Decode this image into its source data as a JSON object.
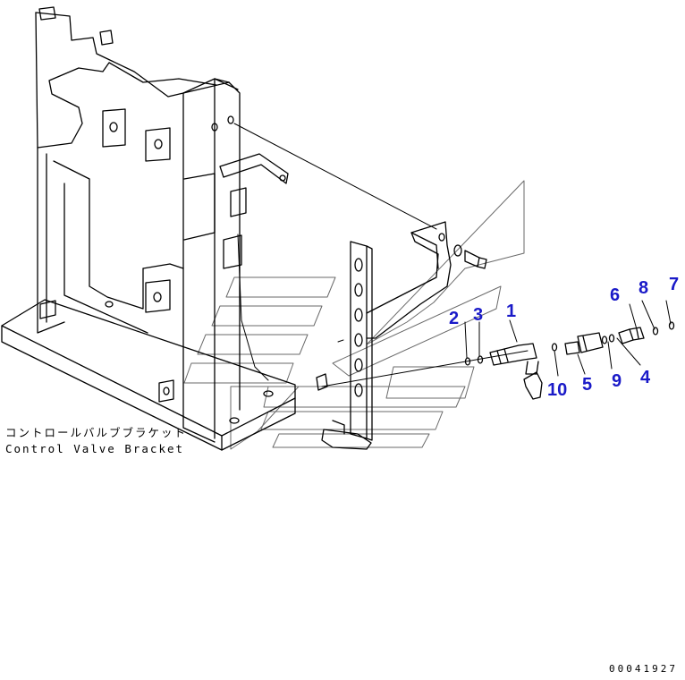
{
  "caption": {
    "japanese": "コントロールバルブブラケット",
    "english": "Control Valve Bracket"
  },
  "document_number": "00041927",
  "callout_color": "#1a1ac8",
  "callouts": [
    "1",
    "2",
    "3",
    "4",
    "5",
    "6",
    "7",
    "8",
    "9",
    "10"
  ]
}
